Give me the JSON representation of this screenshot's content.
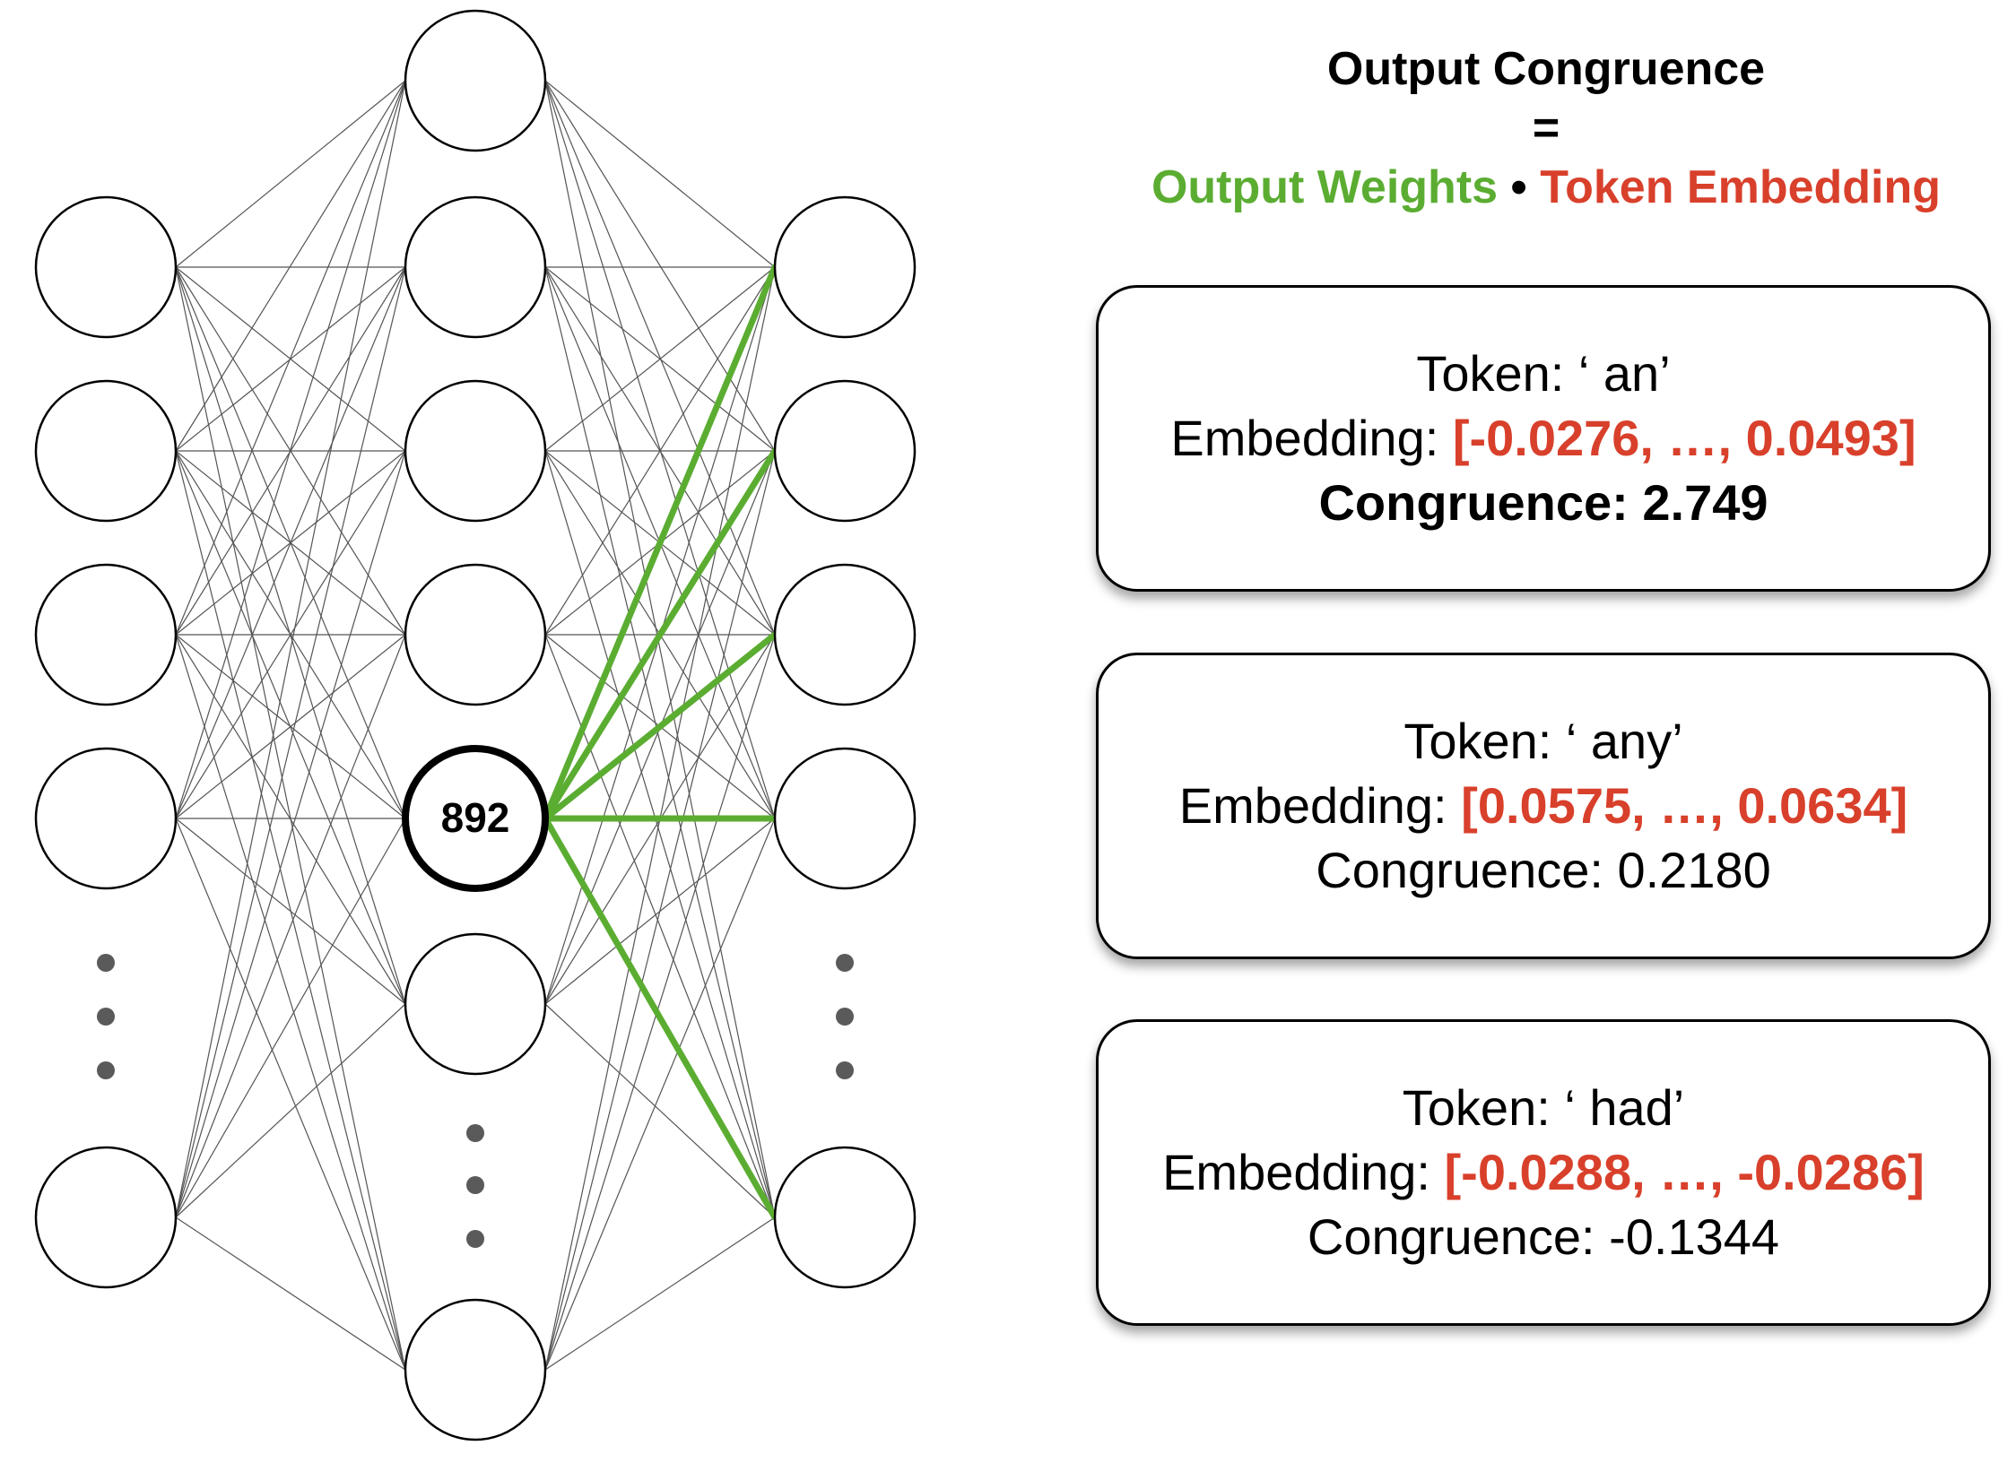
{
  "formula": {
    "title": "Output Congruence",
    "equals": "=",
    "left_term": "Output Weights",
    "operator": "•",
    "right_term": "Token Embedding"
  },
  "network": {
    "highlighted_neuron_label": "892"
  },
  "cards": [
    {
      "token_prefix": "Token: ",
      "token": "‘ an’",
      "embedding_prefix": "Embedding: ",
      "embedding": "[-0.0276, …, 0.0493]",
      "congruence_prefix": "Congruence: ",
      "congruence": "2.749",
      "emphasized": true
    },
    {
      "token_prefix": "Token: ",
      "token": "‘ any’",
      "embedding_prefix": "Embedding: ",
      "embedding": "[0.0575, …, 0.0634]",
      "congruence_prefix": "Congruence: ",
      "congruence": "0.2180",
      "emphasized": false
    },
    {
      "token_prefix": "Token: ",
      "token": "‘ had’",
      "embedding_prefix": "Embedding: ",
      "embedding": "[-0.0288, …, -0.0286]",
      "congruence_prefix": "Congruence: ",
      "congruence": "-0.1344",
      "emphasized": false
    }
  ],
  "colors": {
    "output_weights": "#5bad32",
    "token_embedding": "#d8402b",
    "ellipsis_dots": "#5a5a5a"
  }
}
